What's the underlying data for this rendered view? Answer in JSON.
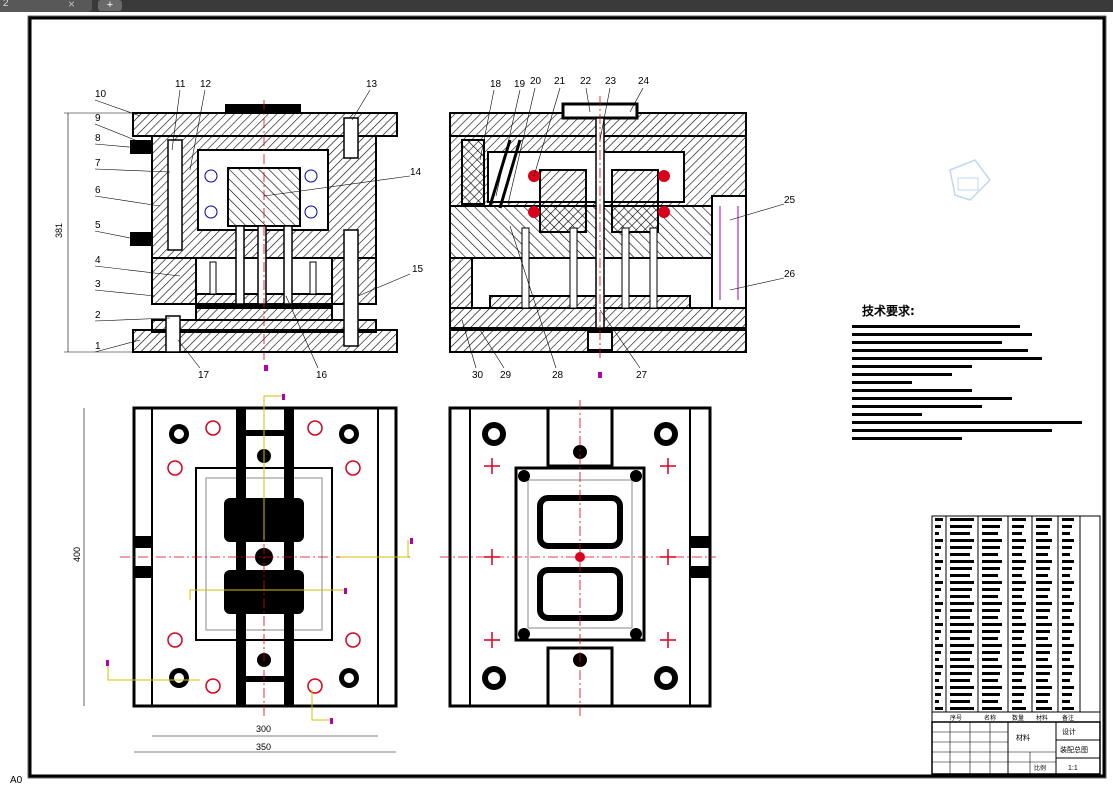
{
  "tabs": {
    "title": "2",
    "close": "×",
    "add": "+"
  },
  "drawing": {
    "sheet_label": "A0",
    "tech_title": "技术要求:",
    "dims": {
      "height_top": "381",
      "height_bottom": "400",
      "width_inner": "300",
      "width_outer": "350"
    },
    "part_numbers_left": [
      "10",
      "9",
      "8",
      "7",
      "6",
      "5",
      "4",
      "3",
      "2",
      "1"
    ],
    "part_numbers_top": [
      "11",
      "12",
      "13",
      "18",
      "19",
      "20",
      "21",
      "22",
      "23",
      "24"
    ],
    "part_numbers_right": [
      "14",
      "15",
      "25",
      "26"
    ],
    "part_numbers_bottom": [
      "17",
      "16",
      "30",
      "29",
      "28",
      "27"
    ],
    "title_block": {
      "drawing_name": "装配总图",
      "material_label": "材料",
      "scale_label": "比例",
      "designer_label": "设计",
      "sheet_no": "1:1"
    },
    "bom_header": [
      "序号",
      "名称",
      "数量",
      "材料",
      "备注"
    ]
  },
  "colors": {
    "line": "#000000",
    "red": "#d8001a",
    "yellow": "#d4c200",
    "magenta": "#b000b0",
    "hatch": "#000000"
  }
}
